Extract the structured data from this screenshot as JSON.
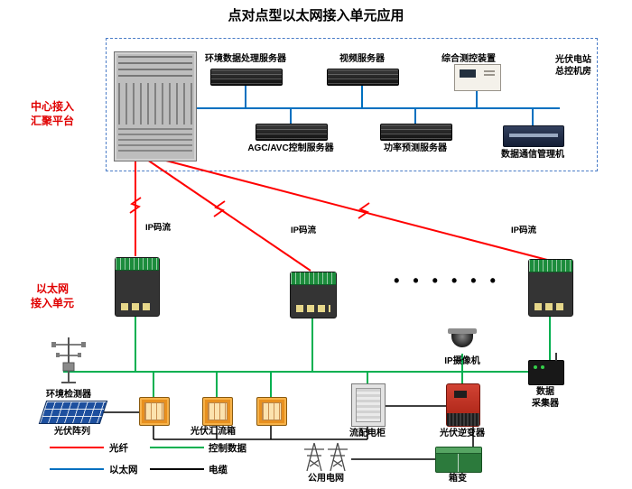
{
  "title": "点对点型以太网接入单元应用",
  "colors": {
    "fiber": "#ff0000",
    "control_data": "#00b050",
    "ethernet": "#0070c0",
    "cable": "#000000"
  },
  "platform": {
    "side_label": "中心接入\n汇聚平台",
    "room_label": "光伏电站\n总控机房",
    "env_server": "环境数据处理服务器",
    "video_server": "视频服务器",
    "monitor_device": "综合测控装置",
    "agc_server": "AGC/AVC控制服务器",
    "power_server": "功率预测服务器",
    "comm_manager": "数据通信管理机"
  },
  "access": {
    "side_label": "以太网\n接入单元",
    "ip_stream": "IP码流",
    "ellipsis": "• • • • • •"
  },
  "field": {
    "ip_camera": "IP摄像机",
    "data_collector": "数据\n采集器",
    "env_detector": "环境检测器",
    "pv_array": "光伏阵列",
    "pv_combiner": "光伏汇流箱",
    "dc_cabinet": "流配电柜",
    "pv_inverter": "光伏逆变器",
    "public_grid": "公用电网",
    "box_transformer": "箱变"
  },
  "legend": {
    "fiber": "光纤",
    "control_data": "控制数据",
    "ethernet": "以太网",
    "cable": "电缆"
  }
}
